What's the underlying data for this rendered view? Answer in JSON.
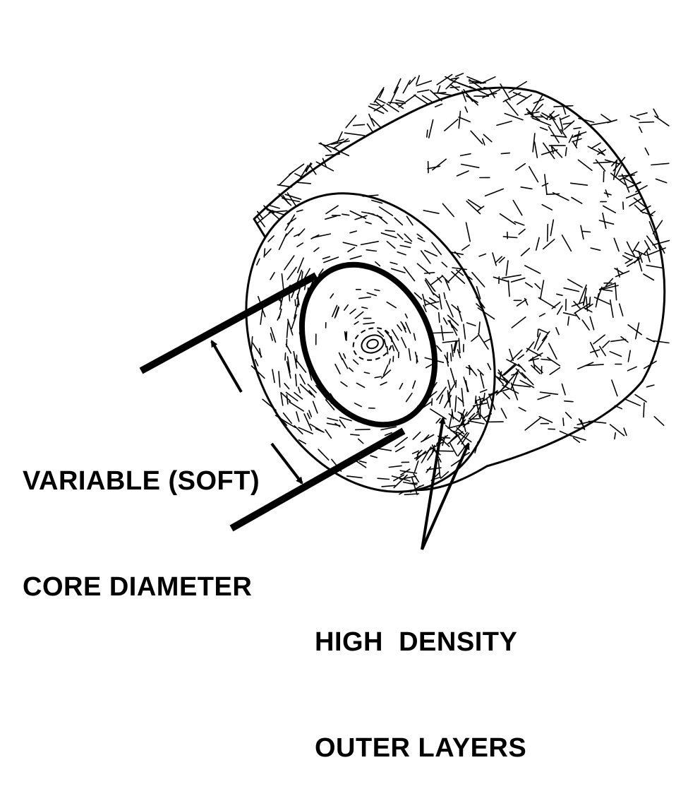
{
  "colors": {
    "ink": "#000000",
    "paper": "#ffffff"
  },
  "labels": {
    "core_line1": "VARIABLE (SOFT)",
    "core_line2": "CORE DIAMETER",
    "dense_line1": "HIGH  DENSITY",
    "dense_line2": "OUTER LAYERS"
  }
}
